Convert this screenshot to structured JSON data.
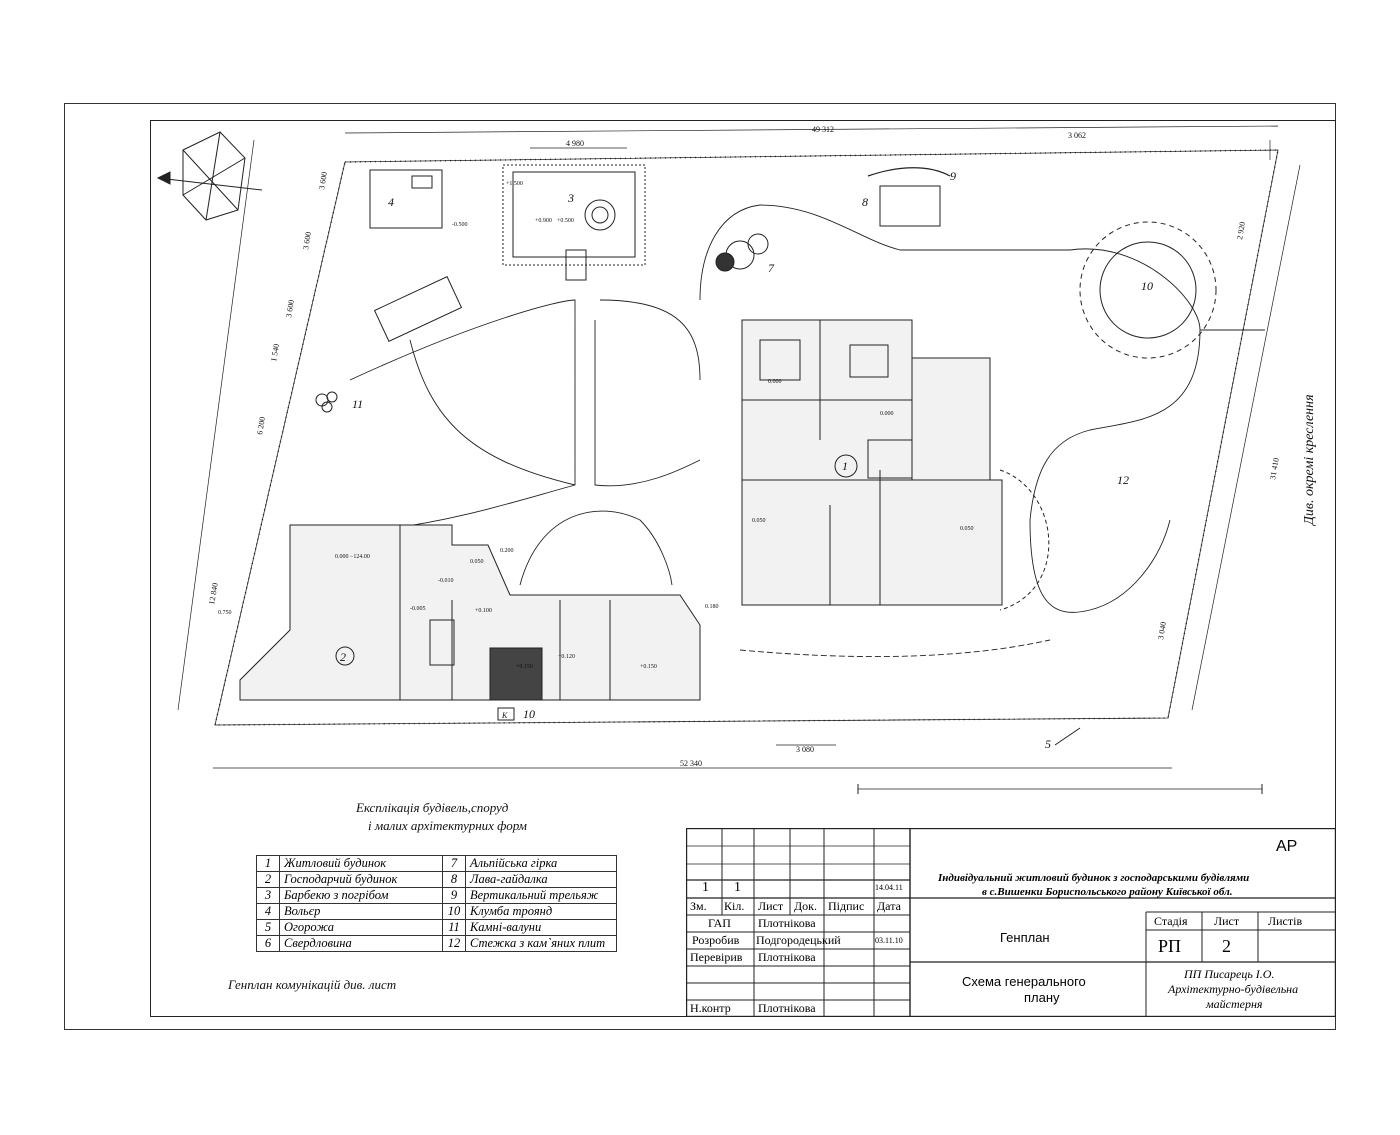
{
  "plan": {
    "dims": {
      "top_total": "49 312",
      "top_mid": "4 980",
      "top_right": "3 062",
      "bottom_total": "52 340",
      "bottom_mid": "3 080",
      "left_1": "3 600",
      "left_2": "3 600",
      "left_3": "3 600",
      "left_4": "1 540",
      "left_5": "6 200",
      "left_6": "12 840",
      "right_1": "2 920",
      "right_2": "31 410",
      "right_3": "3 040"
    },
    "levels": [
      "-0.500",
      "+0.500",
      "+1.500",
      "+0.900",
      "0.000",
      "0.000",
      "0.050",
      "0.050",
      "0.000 −124.00",
      "-0.010",
      "0.050",
      "0.200",
      "-0.005",
      "+0.100",
      "+0.150",
      "+0.120",
      "+0.150",
      "0.750",
      "0.180"
    ],
    "numbers": [
      "1",
      "2",
      "3",
      "4",
      "5",
      "7",
      "8",
      "9",
      "10",
      "10",
      "11",
      "12"
    ],
    "side_note": "Див. окремі креслення",
    "gate_letter": "К"
  },
  "explication": {
    "title_line1": "Експлікація будівель,споруд",
    "title_line2": "і малих архітектурних форм",
    "rows": [
      {
        "n1": "1",
        "t1": "Житловий будинок",
        "n2": "7",
        "t2": "Альпійська гірка"
      },
      {
        "n1": "2",
        "t1": "Господарчий будинок",
        "n2": "8",
        "t2": "Лава-гайдалка"
      },
      {
        "n1": "3",
        "t1": "Барбекю з погрібом",
        "n2": "9",
        "t2": "Вертикальний трельяж"
      },
      {
        "n1": "4",
        "t1": "Вольєр",
        "n2": "10",
        "t2": "Клумба троянд"
      },
      {
        "n1": "5",
        "t1": "Огорожа",
        "n2": "11",
        "t2": "Камні-валуни"
      },
      {
        "n1": "6",
        "t1": "Свердловина",
        "n2": "12",
        "t2": "Стежка з кам`яних плит"
      }
    ],
    "note": "Генплан комунікацій див. лист"
  },
  "titleblock": {
    "code": "АР",
    "project_line1": "Індивідуальний житловий будинок з господарськими будівлями",
    "project_line2": "в с.Вишенки Бориспольського району Київської обл.",
    "rev_a": "1",
    "rev_b": "1",
    "date1": "14.04.11",
    "date2": "03.11.10",
    "h_zm": "Зм.",
    "h_kil": "Кіл.",
    "h_lyst": "Лист",
    "h_dok": "Док.",
    "h_pidpys": "Підпис",
    "h_data": "Дата",
    "role1": "ГАП",
    "name1": "Плотнікова",
    "role2": "Розробив",
    "name2": "Подгородецький",
    "role3": "Перевірив",
    "name3": "Плотнікова",
    "role4": "Н.контр",
    "name4": "Плотнікова",
    "sheet_name": "Генплан",
    "h_stadia": "Стадія",
    "h_lyst2": "Лист",
    "h_lystiv": "Листів",
    "stadia": "РП",
    "sheet_no": "2",
    "drawing_line1": "Схема генерального",
    "drawing_line2": "плану",
    "org_line1": "ПП  Писарець І.О.",
    "org_line2": "Архітектурно-будівельна",
    "org_line3": "майстерня"
  }
}
